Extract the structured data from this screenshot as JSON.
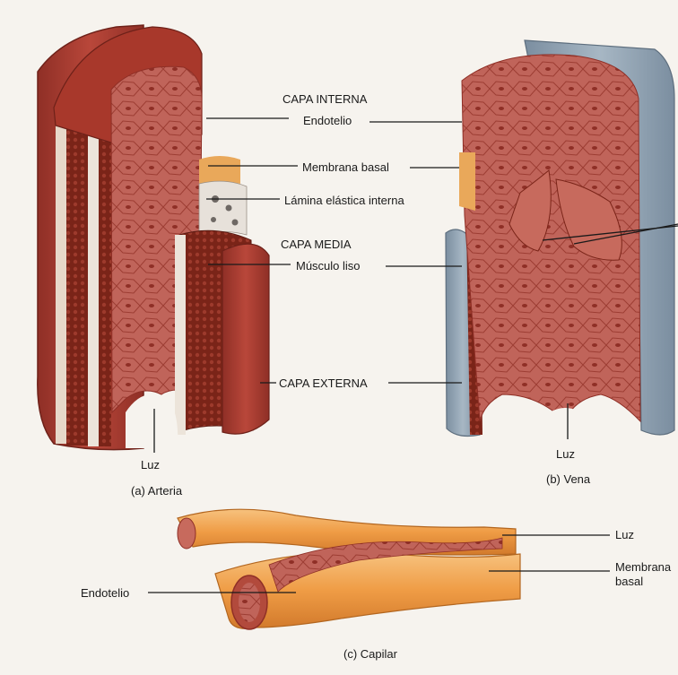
{
  "artery": {
    "layer_inner_heading": "CAPA INTERNA",
    "endothelium": "Endotelio",
    "basal_membrane": "Membrana basal",
    "internal_elastic_lamina": "Lámina elástica interna",
    "layer_middle_heading": "CAPA MEDIA",
    "smooth_muscle": "Músculo liso",
    "layer_outer_heading": "CAPA EXTERNA",
    "lumen": "Luz",
    "caption": "(a) Arteria"
  },
  "vein": {
    "lumen": "Luz",
    "caption": "(b) Vena"
  },
  "capillary": {
    "lumen": "Luz",
    "basal_membrane_line1": "Membrana",
    "basal_membrane_line2": "basal",
    "endothelium": "Endotelio",
    "caption": "(c) Capilar"
  },
  "colors": {
    "tissue": "#b24a3c",
    "tissue_dark": "#8f2f26",
    "endothelium": "#c76a5d",
    "muscle": "#7a2418",
    "adventitia_artery": "#a8382b",
    "adventitia_vein": "#8fa2b3",
    "elastic": "#e7e1da",
    "basal": "#e9a85a",
    "capillary": "#f0a352",
    "leader": "#1a1a1a"
  }
}
